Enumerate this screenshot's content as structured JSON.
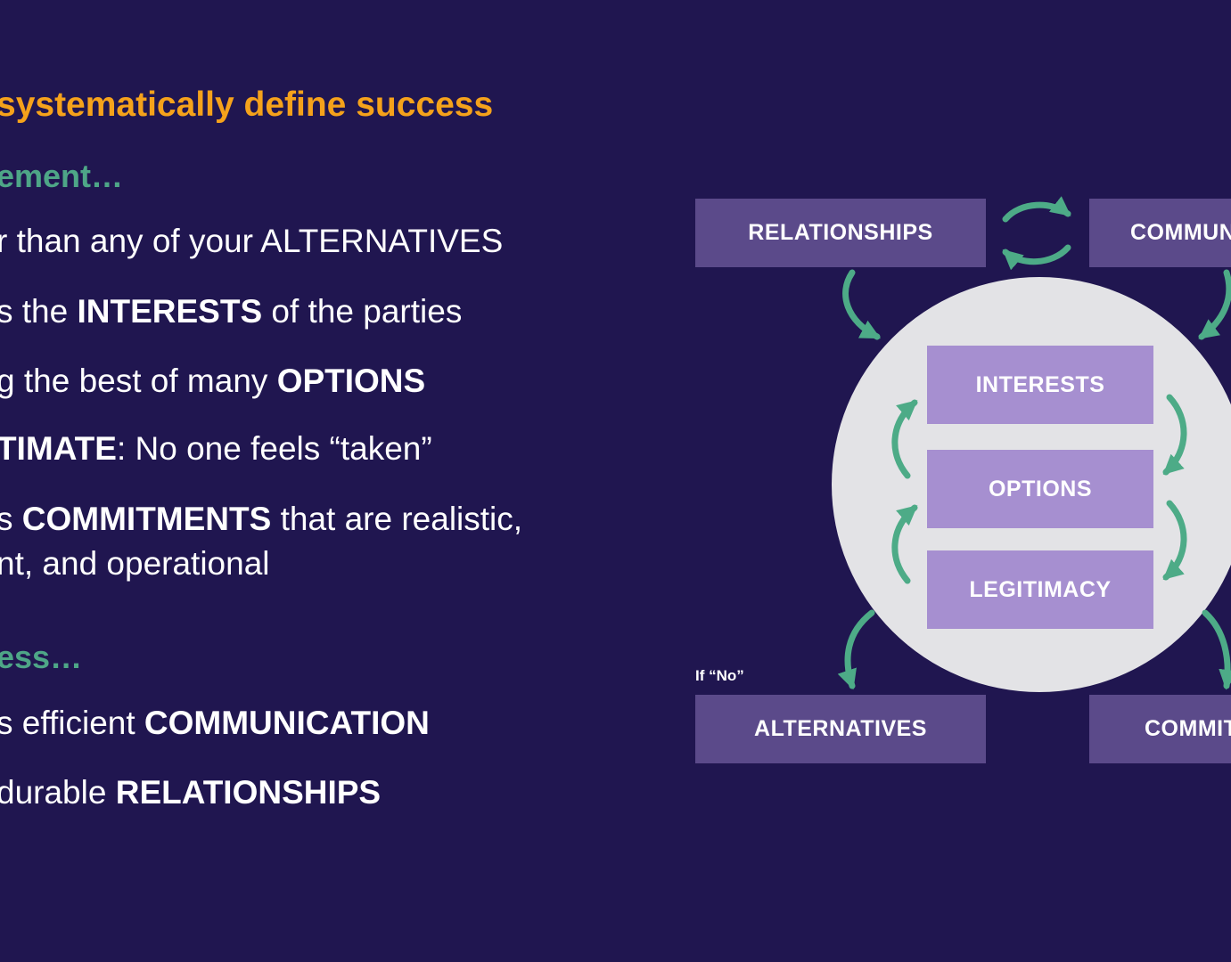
{
  "slide": {
    "heading": "systematically define success",
    "section_outcome": "ement…",
    "section_process": "ess…"
  },
  "bullets": [
    {
      "pre": "r than any of your ALTERNATIVES",
      "bold": "",
      "post": ""
    },
    {
      "pre": "s the ",
      "bold": "INTERESTS",
      "post": " of the parties"
    },
    {
      "pre": "g the best of many ",
      "bold": "OPTIONS",
      "post": ""
    },
    {
      "pre": "",
      "bold": "TIMATE",
      "post": ": No one feels “taken”"
    },
    {
      "pre": "s ",
      "bold": "COMMITMENTS",
      "post": " that are realistic,"
    },
    {
      "pre": "nt, and operational",
      "bold": "",
      "post": ""
    },
    {
      "pre": "s efficient ",
      "bold": "COMMUNICATION",
      "post": ""
    },
    {
      "pre": " durable ",
      "bold": "RELATIONSHIPS",
      "post": ""
    }
  ],
  "diagram": {
    "relationships": "RELATIONSHIPS",
    "communication": "COMMUNI",
    "interests": "INTERESTS",
    "options": "OPTIONS",
    "legitimacy": "LEGITIMACY",
    "alternatives": "ALTERNATIVES",
    "commitments": "COMMIT",
    "if_no": "If “No”"
  },
  "colors": {
    "background": "#201650",
    "heading": "#f5a21b",
    "section": "#4ea687",
    "outer_box": "#5b4a8a",
    "inner_box": "#a68fd0",
    "circle": "#e3e3e6",
    "arrow": "#4dab87"
  }
}
